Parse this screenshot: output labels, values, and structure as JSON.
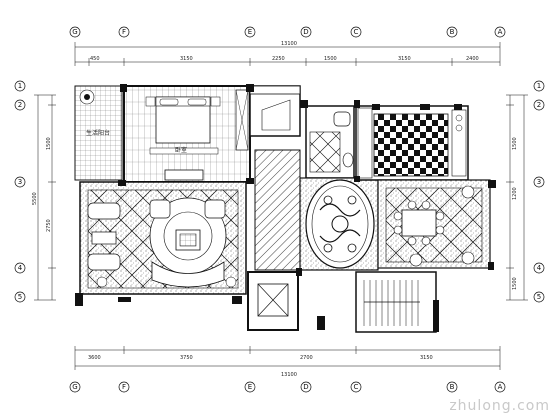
{
  "grid": {
    "top_labels": [
      "G",
      "F",
      "E",
      "D",
      "C",
      "B",
      "A"
    ],
    "bottom_labels": [
      "G",
      "F",
      "E",
      "D",
      "C",
      "B",
      "A"
    ],
    "left_labels": [
      "1",
      "2",
      "3",
      "4",
      "5"
    ],
    "right_labels": [
      "1",
      "2",
      "3",
      "4",
      "5"
    ]
  },
  "dimensions": {
    "top_total": "13100",
    "top_segments": [
      "450",
      "3150",
      "2250",
      "1500",
      "3150",
      "2400"
    ],
    "bottom_total": "13100",
    "bottom_segments": [
      "3600",
      "3750",
      "2700",
      "3150"
    ],
    "left_total": "5500",
    "left_segments": [
      "1500",
      "2750"
    ],
    "right_segments": [
      "1500",
      "1200",
      "1500"
    ]
  },
  "rooms": {
    "bedroom_label": "卧室",
    "balcony_label": "生活阳台"
  },
  "watermark": "zhulong.com"
}
